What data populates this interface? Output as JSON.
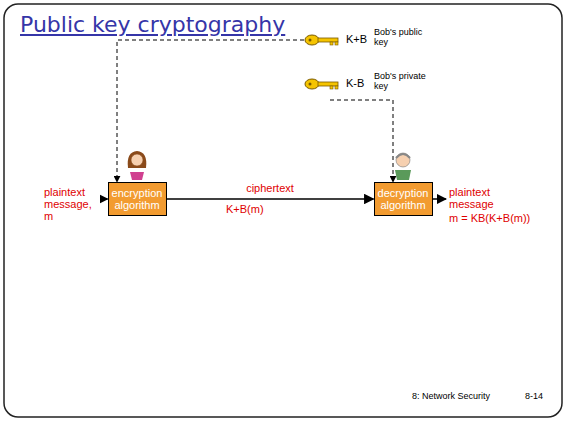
{
  "diagram": {
    "title": "Public key cryptography",
    "nodes": [
      {
        "text": [
          "encryption algorithm"
        ]
      },
      {
        "text": [
          "decryption algorithm"
        ]
      }
    ],
    "edges": [
      {
        "from": 0,
        "to": 1,
        "arrow": "to",
        "label": "ciphertext"
      }
    ],
    "labels": [
      "plaintext message, m",
      "K+B(m)",
      "plaintext message",
      "m = KB(K+B(m))",
      "K+B",
      "Bob's public key",
      "K-B",
      "Bob's private key",
      "8: Network Security",
      "8-14"
    ]
  }
}
